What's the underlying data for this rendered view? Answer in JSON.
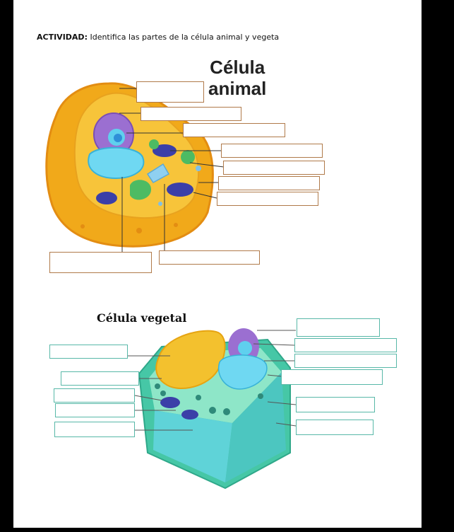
{
  "instruction": {
    "label": "ACTIVIDAD:",
    "text": "Identifica las partes de la célula animal y vegeta"
  },
  "animal": {
    "title_line1": "Célula",
    "title_line2": "animal"
  },
  "plant": {
    "title": "Célula vegetal"
  },
  "colors": {
    "animal_box_border": "#b07a4a",
    "plant_box_border": "#58b8a8",
    "cytoplasm_yellow": "#f4b81c",
    "membrane_orange": "#e9941a",
    "nucleus_purple": "#9b6fd1",
    "er_cyan": "#5fd0ee",
    "mitochondria_blue": "#3b3fa8",
    "vacuole_yellow": "#f3c12e",
    "plant_green": "#5fd3a3"
  }
}
